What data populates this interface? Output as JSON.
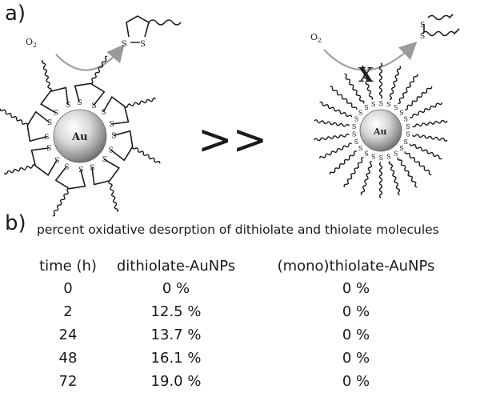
{
  "panel_a": {
    "label": "a)",
    "oxygen_label": "O",
    "oxygen_subscript": "2",
    "sulfur_label": "S",
    "gold_label": "Au",
    "comparison_symbol": ">>",
    "blocked_mark": "X"
  },
  "panel_b": {
    "label": "b)",
    "caption": "percent oxidative desorption of dithiolate and thiolate molecules",
    "columns": [
      "time (h)",
      "dithiolate-AuNPs",
      "(mono)thiolate-AuNPs"
    ],
    "rows": [
      [
        "0",
        "0 %",
        "0 %"
      ],
      [
        "2",
        "12.5 %",
        "0 %"
      ],
      [
        "24",
        "13.7 %",
        "0 %"
      ],
      [
        "48",
        "16.1 %",
        "0 %"
      ],
      [
        "72",
        "19.0 %",
        "0 %"
      ]
    ]
  }
}
